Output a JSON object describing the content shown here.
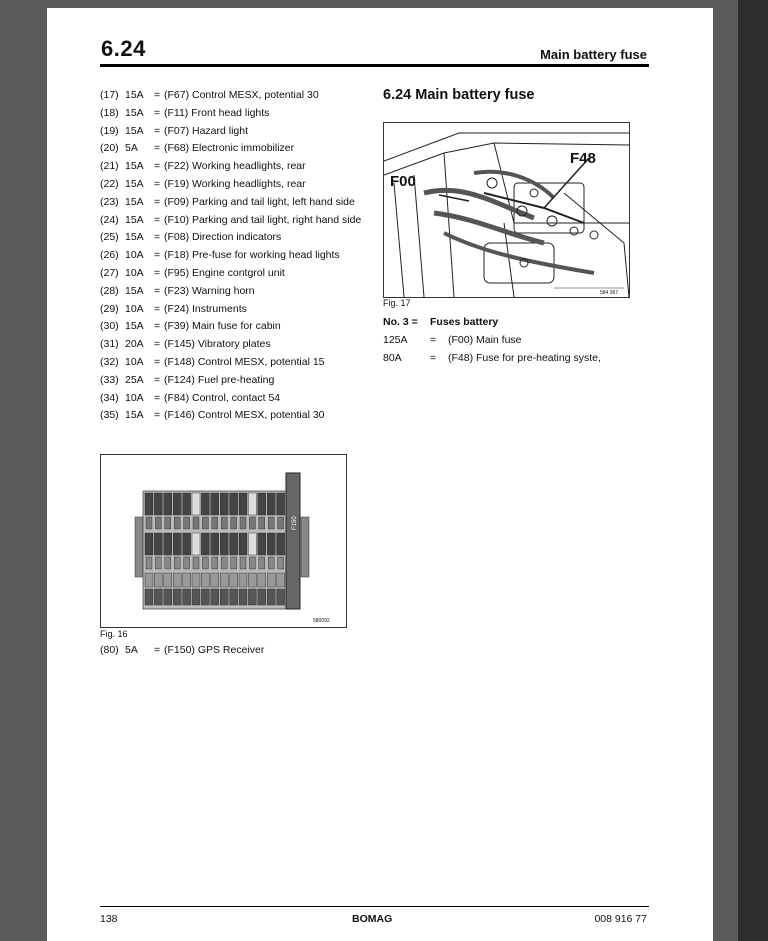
{
  "header": {
    "chapter_number": "6.24",
    "chapter_title": "Main battery fuse"
  },
  "fuses": [
    {
      "num": "(17)",
      "amp": "15A",
      "eq": "=",
      "desc": "(F67) Control MESX, potential 30"
    },
    {
      "num": "(18)",
      "amp": "15A",
      "eq": "=",
      "desc": "(F11) Front head lights"
    },
    {
      "num": "(19)",
      "amp": "15A",
      "eq": "=",
      "desc": "(F07) Hazard light"
    },
    {
      "num": "(20)",
      "amp": "5A",
      "eq": "=",
      "desc": "(F68) Electronic immobilizer"
    },
    {
      "num": "(21)",
      "amp": "15A",
      "eq": "=",
      "desc": "(F22) Working headlights, rear"
    },
    {
      "num": "(22)",
      "amp": "15A",
      "eq": "=",
      "desc": "(F19) Working headlights, rear"
    },
    {
      "num": "(23)",
      "amp": "15A",
      "eq": "=",
      "desc": "(F09) Parking and tail light, left hand side"
    },
    {
      "num": "(24)",
      "amp": "15A",
      "eq": "=",
      "desc": "(F10) Parking and tail light, right hand side"
    },
    {
      "num": "(25)",
      "amp": "15A",
      "eq": "=",
      "desc": "(F08) Direction indicators"
    },
    {
      "num": "(26)",
      "amp": "10A",
      "eq": "=",
      "desc": "(F18) Pre-fuse for working head lights"
    },
    {
      "num": "(27)",
      "amp": "10A",
      "eq": "=",
      "desc": "(F95) Engine contgrol unit"
    },
    {
      "num": "(28)",
      "amp": "15A",
      "eq": "=",
      "desc": "(F23) Warning horn"
    },
    {
      "num": "(29)",
      "amp": "10A",
      "eq": "=",
      "desc": "(F24) Instruments"
    },
    {
      "num": "(30)",
      "amp": "15A",
      "eq": "=",
      "desc": "(F39) Main fuse for cabin"
    },
    {
      "num": "(31)",
      "amp": "20A",
      "eq": "=",
      "desc": "(F145) Vibratory plates"
    },
    {
      "num": "(32)",
      "amp": "10A",
      "eq": "=",
      "desc": "(F148) Control MESX, potential 15"
    },
    {
      "num": "(33)",
      "amp": "25A",
      "eq": "=",
      "desc": "(F124) Fuel pre-heating"
    },
    {
      "num": "(34)",
      "amp": "10A",
      "eq": "=",
      "desc": "(F84) Control, contact 54"
    },
    {
      "num": "(35)",
      "amp": "15A",
      "eq": "=",
      "desc": "(F146) Control MESX, potential 30"
    }
  ],
  "fig16": {
    "caption": "Fig. 16",
    "image_code": "580092",
    "slot_label": "F150"
  },
  "gps": {
    "num": "(80)",
    "amp": "5A",
    "eq": "=",
    "desc": "(F150) GPS Receiver"
  },
  "section": {
    "title": "6.24  Main battery fuse"
  },
  "fig17": {
    "caption": "Fig. 17",
    "image_code": "584 367",
    "label_f00": "F00",
    "label_f48": "F48"
  },
  "legend": {
    "heading_a": "No. 3 =",
    "heading_b": "Fuses battery",
    "rows": [
      {
        "a": "125A",
        "b": "=",
        "c": "(F00) Main fuse"
      },
      {
        "a": "80A",
        "b": "=",
        "c": "(F48) Fuse for pre-heating syste,"
      }
    ]
  },
  "footer": {
    "page": "138",
    "brand": "BOMAG",
    "doc": "008 916 77"
  }
}
